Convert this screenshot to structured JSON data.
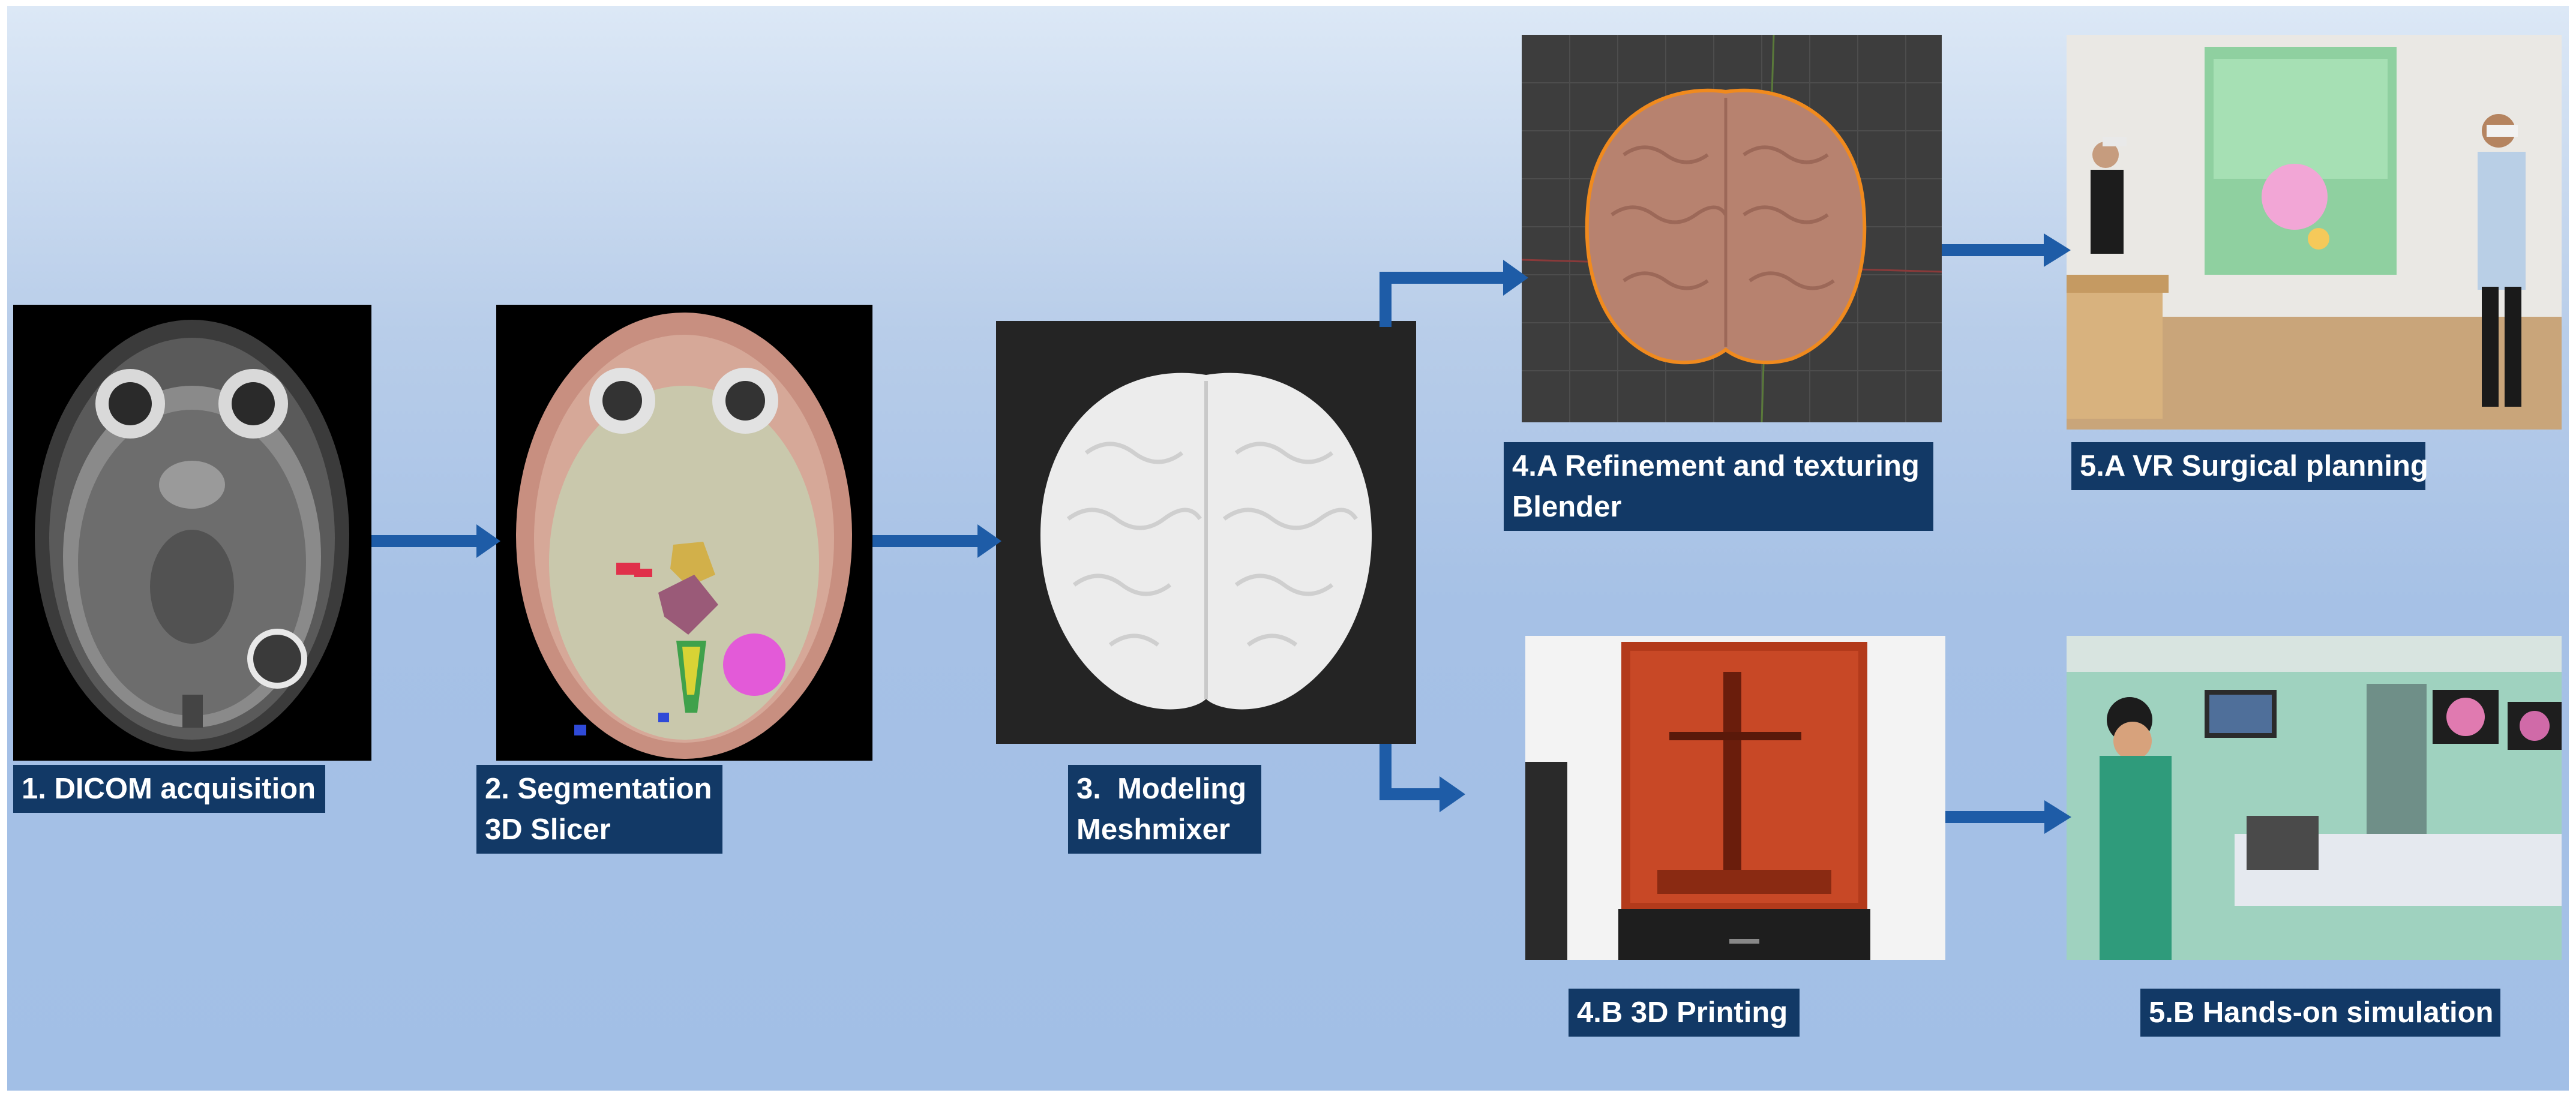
{
  "steps": [
    {
      "id": "1",
      "label": "1. DICOM acquisition",
      "image": "axial-mri-scan"
    },
    {
      "id": "2",
      "label": "2. Segmentation\n3D Slicer",
      "image": "segmented-mri-scan"
    },
    {
      "id": "3",
      "label": "3.  Modeling\nMeshmixer",
      "image": "white-brain-mesh"
    },
    {
      "id": "4a",
      "label": "4.A Refinement and texturing\nBlender",
      "image": "textured-brain-in-blender"
    },
    {
      "id": "4b",
      "label": "4.B 3D Printing",
      "image": "resin-3d-printer"
    },
    {
      "id": "5a",
      "label": "5.A VR Surgical planning",
      "image": "vr-headset-users"
    },
    {
      "id": "5b",
      "label": "5.B Hands-on simulation",
      "image": "operating-room-simulation"
    }
  ],
  "colors": {
    "label_background": "#123966",
    "label_text": "#ffffff",
    "arrow": "#1e5ca7"
  }
}
